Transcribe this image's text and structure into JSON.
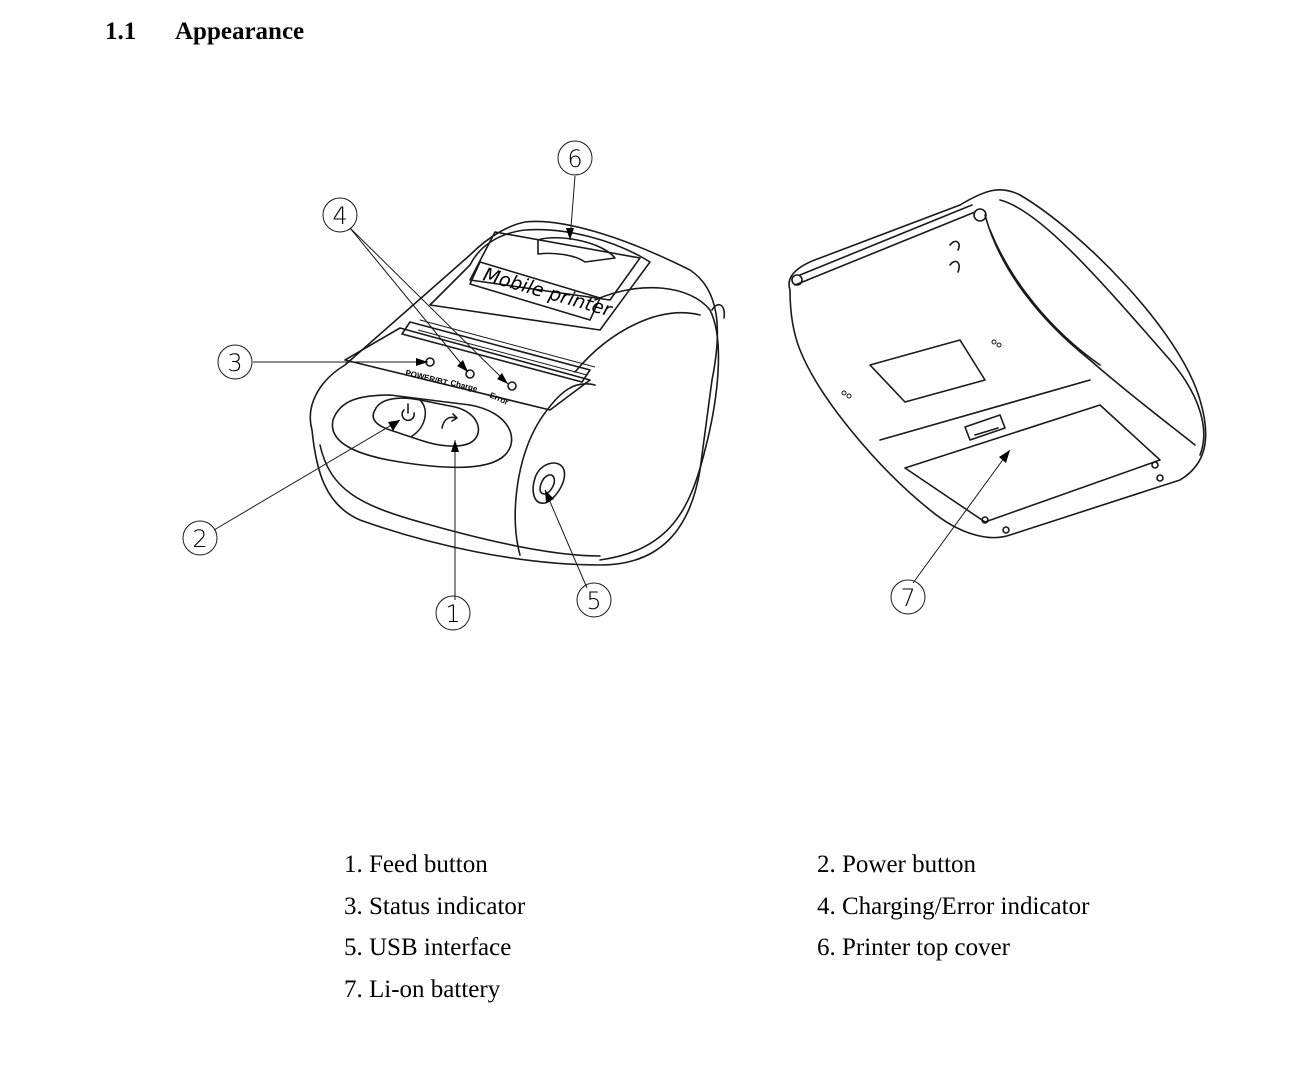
{
  "section": {
    "number": "1.1",
    "title": "Appearance"
  },
  "printer_label": "Mobile printer",
  "indicator_labels": [
    "POWER/BT",
    "Charge",
    "Error"
  ],
  "callouts": [
    "1",
    "2",
    "3",
    "4",
    "5",
    "6",
    "7"
  ],
  "legend": [
    "1. Feed button",
    "2. Power button",
    "3. Status indicator",
    "4. Charging/Error indicator",
    "5. USB interface",
    "6. Printer top cover",
    "7. Li-on battery"
  ]
}
